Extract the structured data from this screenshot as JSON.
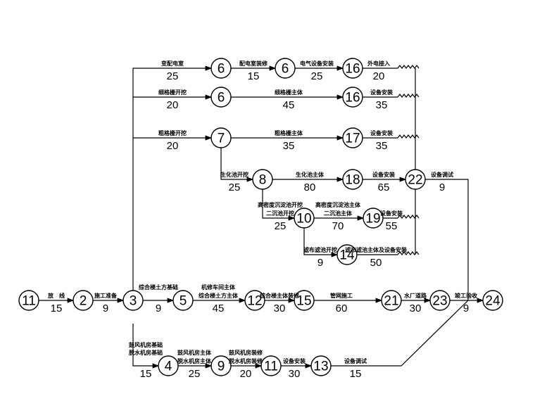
{
  "nodes": [
    "11",
    "2",
    "3",
    "5",
    "12",
    "15",
    "21",
    "23",
    "24",
    "6",
    "6",
    "16",
    "6",
    "16",
    "7",
    "17",
    "8",
    "18",
    "22",
    "10",
    "19",
    "14",
    "4",
    "9",
    "11",
    "13"
  ],
  "activities": [
    {
      "name": "放　线",
      "duration": "15"
    },
    {
      "name": "施工准备",
      "duration": "9"
    },
    {
      "name": "综合楼土方基础",
      "duration": "9"
    },
    {
      "name": "综合楼土方主体",
      "name2": "机修车间主体",
      "duration": "45"
    },
    {
      "name": "综合楼主体装修",
      "duration": "30"
    },
    {
      "name": "管网施工",
      "duration": "60"
    },
    {
      "name": "水厂道路",
      "duration": "30"
    },
    {
      "name": "竣工验收",
      "duration": "9"
    },
    {
      "name": "变配电室",
      "duration": "25"
    },
    {
      "name": "配电室装修",
      "duration": "15"
    },
    {
      "name": "电气设备安装",
      "duration": "25"
    },
    {
      "name": "外电接入",
      "duration": "20"
    },
    {
      "name": "细格栅开挖",
      "duration": "20"
    },
    {
      "name": "细格栅主体",
      "duration": "45"
    },
    {
      "name": "设备安装",
      "duration": "35"
    },
    {
      "name": "粗格栅开挖",
      "duration": "20"
    },
    {
      "name": "粗格栅主体",
      "duration": "35"
    },
    {
      "name": "设备安装",
      "duration": "35"
    },
    {
      "name": "生化池开挖",
      "duration": "25"
    },
    {
      "name": "生化池主体",
      "duration": "80"
    },
    {
      "name": "设备安装",
      "duration": "65"
    },
    {
      "name": "设备调试",
      "duration": "9"
    },
    {
      "name": "二沉池开挖",
      "name2": "高密度沉淀池开挖",
      "duration": "25"
    },
    {
      "name": "二沉池主体",
      "name2": "高密度沉淀池主体",
      "duration": "70"
    },
    {
      "name": "设备安装",
      "duration": "55"
    },
    {
      "name": "滤布滤池开挖",
      "duration": "9"
    },
    {
      "name": "滤布滤池主体及设备安装",
      "duration": "50"
    },
    {
      "name": "脱水机房基础",
      "name2": "鼓风机房基础",
      "duration": "15"
    },
    {
      "name": "脱水机房主体",
      "name2": "鼓风机房主体",
      "duration": "25"
    },
    {
      "name": "脱水机房装修",
      "name2": "鼓风机房装修",
      "duration": "20"
    },
    {
      "name": "设备安装",
      "duration": "30"
    },
    {
      "name": "设备调试",
      "duration": "15"
    }
  ]
}
